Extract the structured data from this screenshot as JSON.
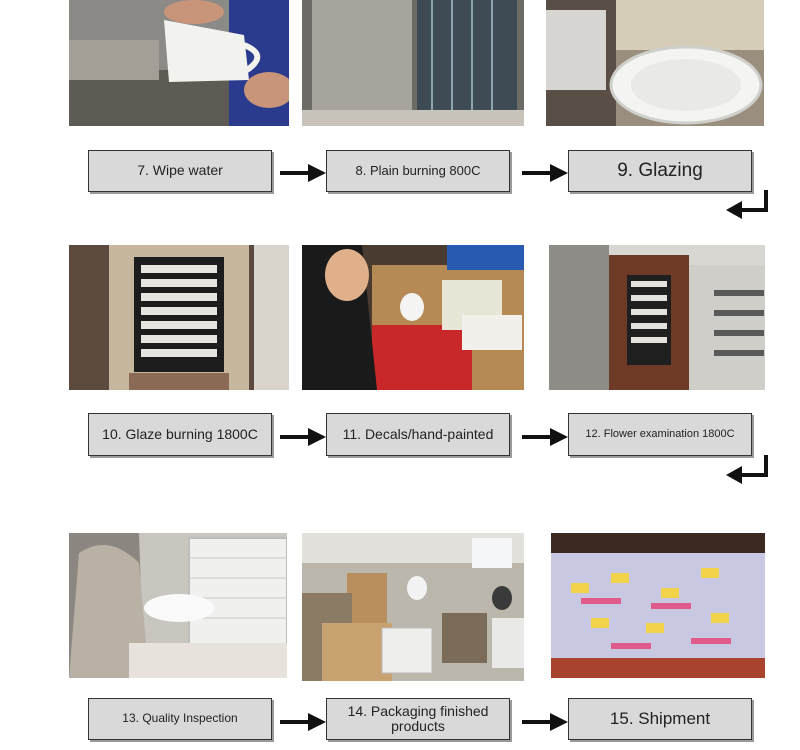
{
  "steps": [
    {
      "label": "7. Wipe water"
    },
    {
      "label": "8. Plain burning 800C"
    },
    {
      "label": "9. Glazing"
    },
    {
      "label": "10. Glaze burning 1800C"
    },
    {
      "label": "11. Decals/hand-painted"
    },
    {
      "label": "12. Flower examination 1800C"
    },
    {
      "label": "13. Quality Inspection"
    },
    {
      "label": "14. Packaging finished products"
    },
    {
      "label": "15. Shipment"
    }
  ],
  "colors": {
    "box_bg": "#d9d9d9",
    "box_border": "#333333",
    "arrow": "#111111"
  },
  "icons": [
    "right-arrow-icon",
    "return-arrow-icon"
  ]
}
